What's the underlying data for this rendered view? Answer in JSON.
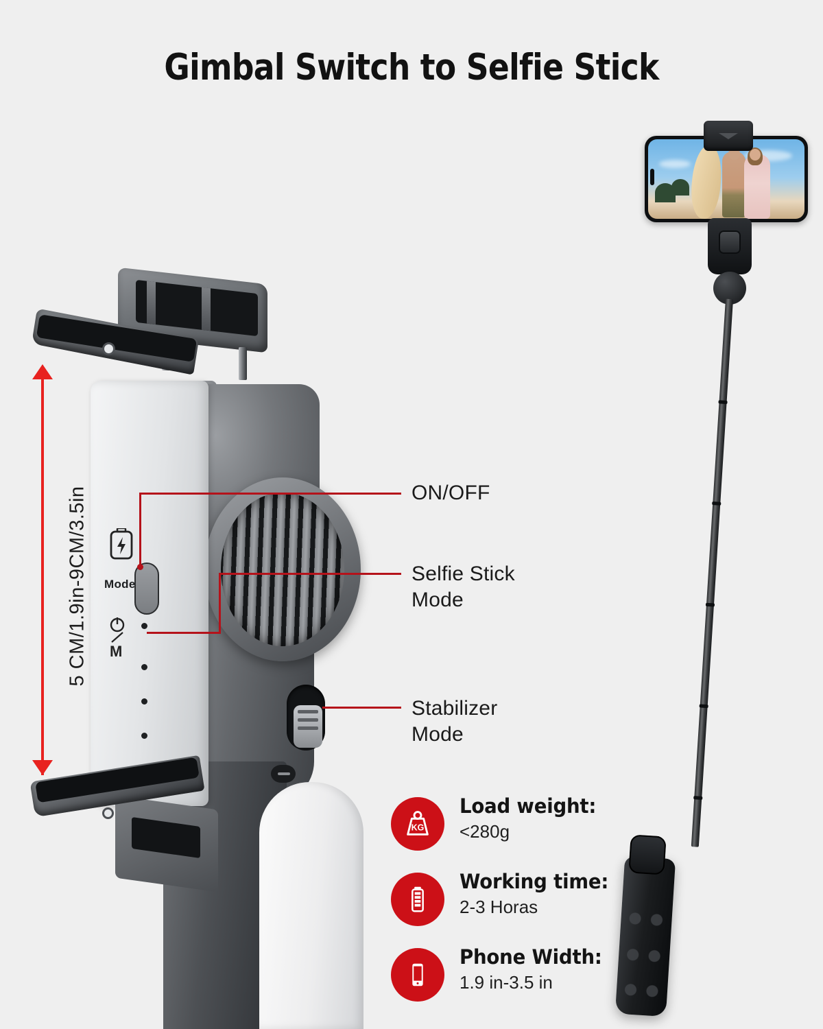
{
  "header": {
    "title": "Gimbal Switch to Selfie Stick"
  },
  "dimension": {
    "label": "5 CM/1.9in-9CM/3.5in"
  },
  "gimbal_controls": {
    "mode_label": "Mode",
    "power_mode_label": "⏻ / M",
    "battery_icon": "battery-charging-icon",
    "led_count": 4
  },
  "callouts": [
    {
      "id": "on-off",
      "label": "ON/OFF",
      "icon": "power-button-callout"
    },
    {
      "id": "selfie-stick-mode",
      "label": "Selfie Stick\nMode",
      "line1": "Selfie Stick",
      "line2": "Mode",
      "icon": "led-indicator-callout"
    },
    {
      "id": "stabilizer-mode",
      "label": "Stabilizer\nMode",
      "line1": "Stabilizer",
      "line2": "Mode",
      "icon": "slider-switch-callout"
    }
  ],
  "specs": [
    {
      "icon": "weight-kg-icon",
      "title": "Load weight:",
      "value": "<280g"
    },
    {
      "icon": "battery-icon",
      "title": "Working time:",
      "value": "2-3 Horas"
    },
    {
      "icon": "phone-icon",
      "title": "Phone Width:",
      "value": "1.9 in-3.5 in"
    }
  ],
  "phone_preview": {
    "scene": "beach-couple-with-surfboard-photo"
  },
  "colors": {
    "background": "#efefef",
    "accent_red": "#cc1017",
    "callout_line": "#b5121a",
    "dimension_arrow": "#e8221f",
    "text": "#141414"
  }
}
